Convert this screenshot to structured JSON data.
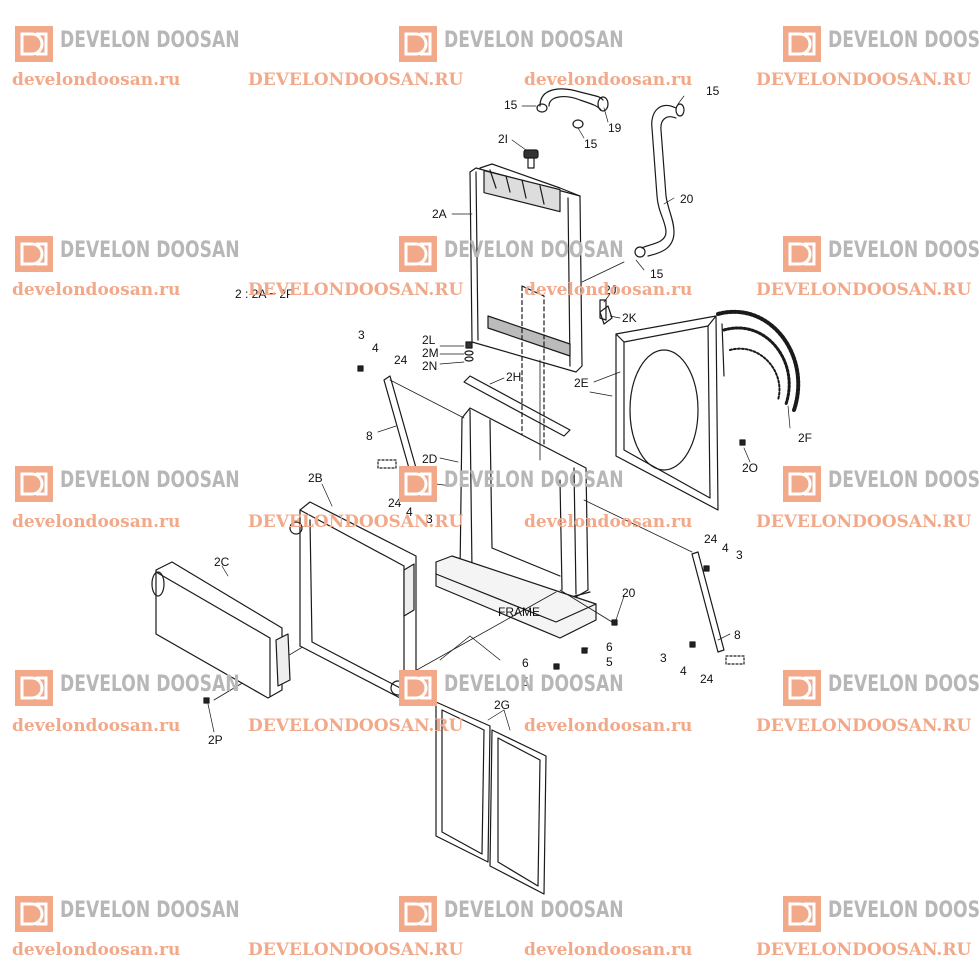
{
  "diagram": {
    "assembly_note": "2 : 2A ~ 2P",
    "labels": {
      "15_hose_left": "15",
      "15_clamp_mid": "15",
      "19": "19",
      "15_top_right": "15",
      "20_hose": "20",
      "2I": "2I",
      "2A": "2A",
      "15_bottom": "15",
      "2J": "2J",
      "2K": "2K",
      "2L": "2L",
      "2M": "2M",
      "2N": "2N",
      "3_left_top": "3",
      "4_left_top": "4",
      "24_left_top": "24",
      "2H": "2H",
      "2E": "2E",
      "8_left": "8",
      "2F": "2F",
      "2D": "2D",
      "2O": "2O",
      "2B": "2B",
      "24_left_bottom": "24",
      "4_left_bottom": "4",
      "3_left_bottom": "3",
      "2C": "2C",
      "24_right_top": "24",
      "4_right_top": "4",
      "3_right_top": "3",
      "20_bolt": "20",
      "frame": "FRAME",
      "8_right": "8",
      "6_right": "6",
      "5_right": "5",
      "6_left": "6",
      "5_left": "5",
      "3_right_bottom": "3",
      "4_right_bottom": "4",
      "24_right_bottom": "24",
      "2G": "2G",
      "2P": "2P"
    }
  },
  "watermarks": {
    "brand": "DEVELON DOOSAN",
    "url_lower": "develondoosan.ru",
    "url_upper": "DEVELONDOOSAN.RU",
    "brand_color": "#b7b7b7",
    "accent_color": "#f2a98a"
  }
}
